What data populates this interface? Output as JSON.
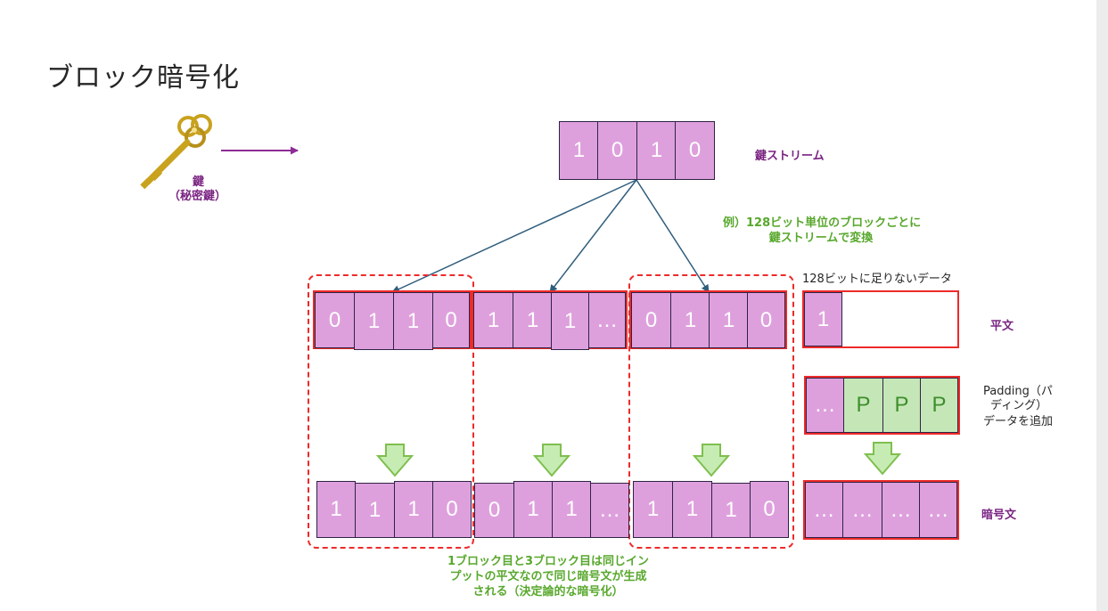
{
  "title": "ブロック暗号化",
  "key": {
    "label": "鍵",
    "sublabel": "（秘密鍵）",
    "icon": "key-icon"
  },
  "keystream": {
    "label": "鍵ストリーム",
    "bits": [
      "1",
      "0",
      "1",
      "0"
    ]
  },
  "note_keystream": {
    "line1": "例）128ビット単位のブロックごとに",
    "line2": "鍵ストリームで変換"
  },
  "plaintext": {
    "label": "平文",
    "blocks": [
      [
        "0",
        "1",
        "1",
        "0"
      ],
      [
        "1",
        "1",
        "1",
        "…"
      ],
      [
        "0",
        "1",
        "1",
        "0"
      ]
    ],
    "short_note": "128ビットに足りないデータ",
    "short_block": [
      "1"
    ]
  },
  "padding": {
    "line1": "Padding（パ",
    "line2": "ディング）",
    "line3": "データを追加",
    "cells": [
      "…",
      "P",
      "P",
      "P"
    ]
  },
  "ciphertext": {
    "label": "暗号文",
    "blocks": [
      [
        "1",
        "1",
        "1",
        "0"
      ],
      [
        "0",
        "1",
        "1",
        "…"
      ],
      [
        "1",
        "1",
        "1",
        "0"
      ]
    ],
    "padded_block": [
      "…",
      "…",
      "…",
      "…"
    ]
  },
  "note_deterministic": {
    "line1": "1ブロック目と3ブロック目は同じイン",
    "line2": "プットの平文なので同じ暗号文が生成",
    "line3": "される（決定論的な暗号化）"
  },
  "colors": {
    "cell_fill": "#dea0dd",
    "padding_fill": "#c5e7b8",
    "box_red": "#ee2a2a",
    "arrow_green": "#92d050",
    "line_blue": "#2f5d7c",
    "label_purple": "#7a2382",
    "note_green": "#58a82d"
  }
}
